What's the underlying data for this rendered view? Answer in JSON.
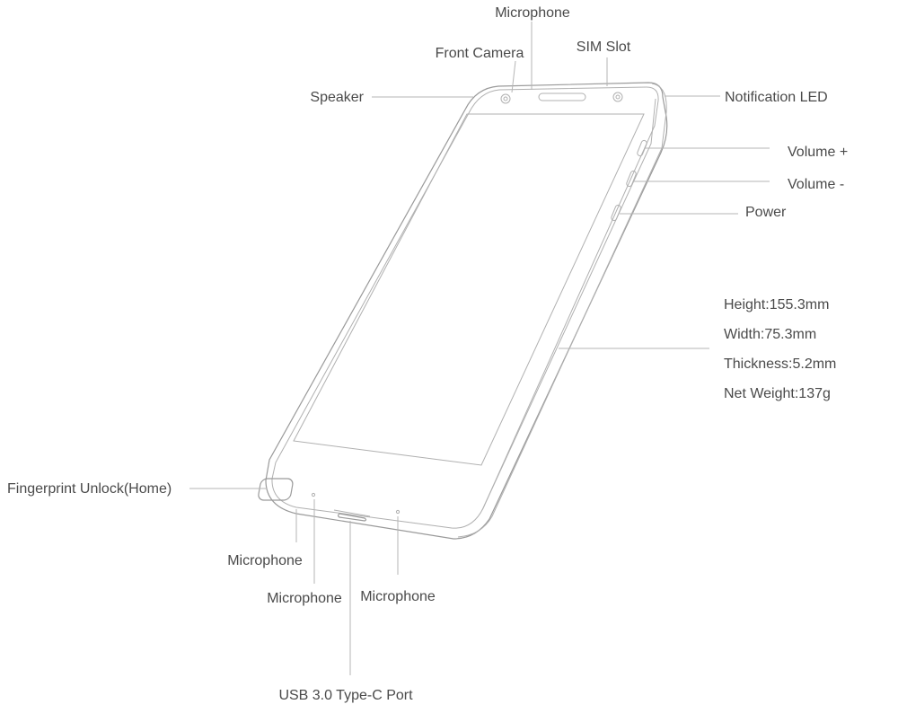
{
  "labels": {
    "microphone_top": "Microphone",
    "front_camera": "Front Camera",
    "sim_slot": "SIM Slot",
    "speaker": "Speaker",
    "notification_led": "Notification LED",
    "volume_up": "Volume +",
    "volume_down": "Volume -",
    "power": "Power",
    "fingerprint": "Fingerprint Unlock(Home)",
    "microphone_bottom_left": "Microphone",
    "microphone_bottom_mid": "Microphone",
    "microphone_bottom_right": "Microphone",
    "usb_port": "USB 3.0 Type-C Port"
  },
  "specs": {
    "height": "Height:155.3mm",
    "width": "Width:75.3mm",
    "thickness": "Thickness:5.2mm",
    "weight": "Net Weight:137g"
  }
}
